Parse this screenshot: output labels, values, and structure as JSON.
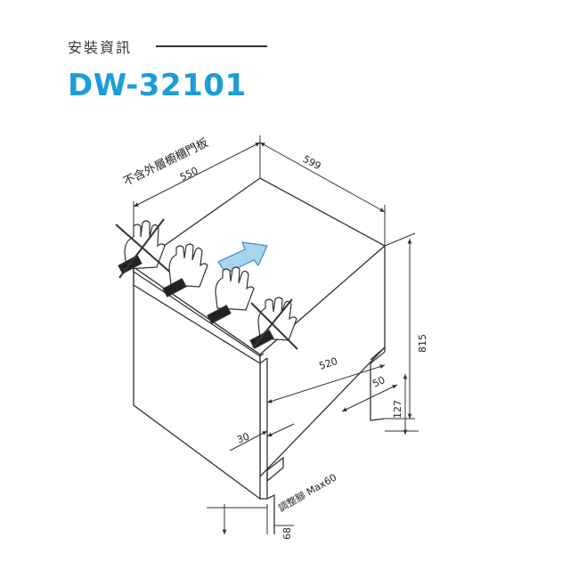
{
  "header": {
    "section_label": "安裝資訊",
    "model": "DW-32101"
  },
  "diagram": {
    "note_panel": "不含外層櫥櫃門板",
    "note_feet": "調整腳 Max60",
    "dims": {
      "width_panel": "550",
      "depth_top": "599",
      "height": "815",
      "depth_bottom": "520",
      "notch_width": "50",
      "notch_height": "127",
      "panel_thickness": "30",
      "foot_offset": "68"
    }
  },
  "colors": {
    "accent": "#1a9ed9",
    "arrow_fill": "#a9d4ee",
    "arrow_stroke": "#3a8fc4",
    "line": "#333333"
  }
}
